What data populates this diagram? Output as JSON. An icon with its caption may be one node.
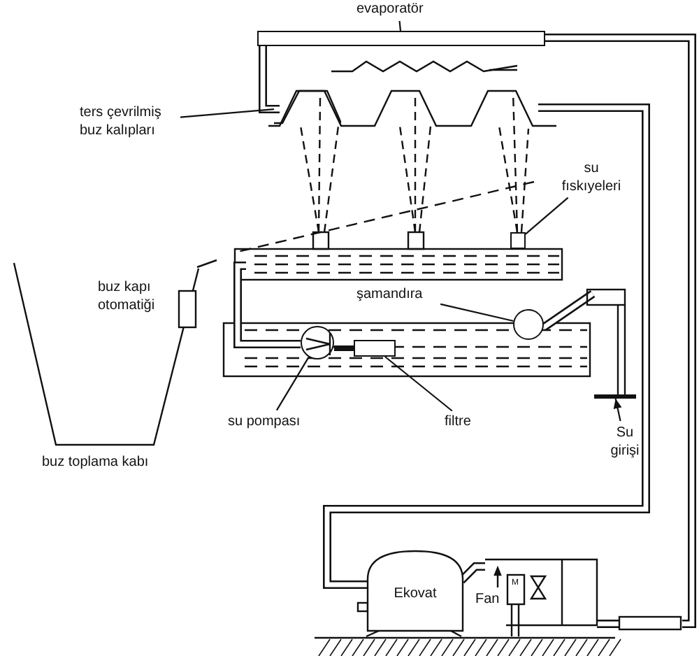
{
  "diagram": {
    "nodes": [
      {
        "text": [
          "evaporatör"
        ]
      },
      {
        "text": [],
        "shape": "box"
      },
      {
        "text": [
          "ters çevrilmiş buz kalıpları"
        ]
      },
      {
        "text": [],
        "shape": "trapezoid"
      },
      {
        "text": [
          "su fıskıyeleri"
        ]
      },
      {
        "text": [],
        "shape": "box"
      },
      {
        "text": [
          "şamandıra"
        ]
      },
      {
        "text": [],
        "shape": "circle"
      },
      {
        "text": [
          "su pompası"
        ]
      },
      {
        "text": [],
        "shape": "circle"
      },
      {
        "text": [
          "filtre"
        ]
      },
      {
        "text": [],
        "shape": "box"
      },
      {
        "text": [
          "Su girişi"
        ]
      },
      {
        "text": [],
        "shape": "bar"
      },
      {
        "text": [
          "Ekovat"
        ]
      }
    ],
    "edges": [
      {
        "from": 0,
        "to": 1,
        "arrow": "none"
      },
      {
        "from": 2,
        "to": 3,
        "arrow": "none"
      },
      {
        "from": 4,
        "to": 5,
        "arrow": "none"
      },
      {
        "from": 6,
        "to": 7,
        "arrow": "none"
      },
      {
        "from": 8,
        "to": 9,
        "arrow": "none"
      },
      {
        "from": 10,
        "to": 11,
        "arrow": "none"
      },
      {
        "from": 12,
        "to": 13,
        "arrow": "to"
      }
    ],
    "labels": [
      "buz kapı otomatiği",
      "buz toplama kabı",
      "Fan",
      "M"
    ]
  }
}
